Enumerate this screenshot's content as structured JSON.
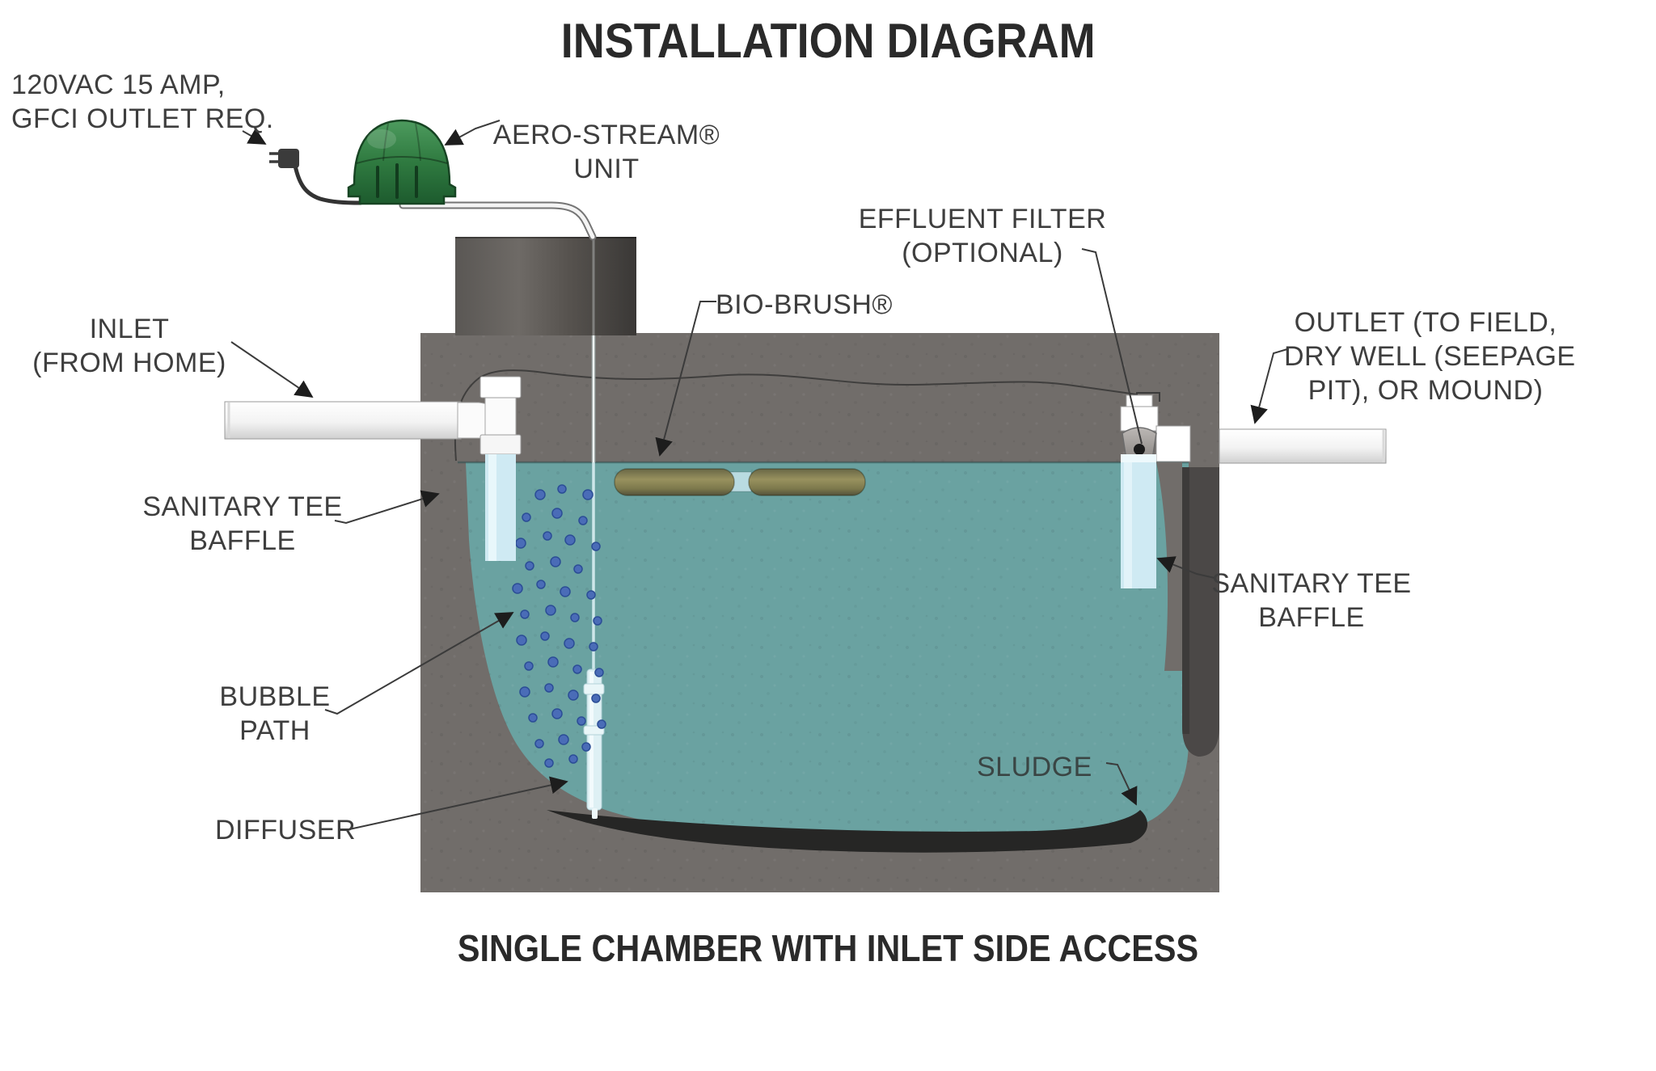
{
  "title": "INSTALLATION DIAGRAM",
  "caption": "SINGLE CHAMBER WITH INLET SIDE ACCESS",
  "labels": {
    "power_line1": "120VAC 15 AMP,",
    "power_line2": "GFCI OUTLET REQ.",
    "unit_line1": "AERO-STREAM®",
    "unit_line2": "UNIT",
    "effluent_line1": "EFFLUENT FILTER",
    "effluent_line2": "(OPTIONAL)",
    "bio_brush": "BIO-BRUSH®",
    "inlet_line1": "INLET",
    "inlet_line2": "(FROM HOME)",
    "outlet_line1": "OUTLET (TO FIELD,",
    "outlet_line2": "DRY WELL (SEEPAGE",
    "outlet_line3": "PIT), OR MOUND)",
    "tee_left_line1": "SANITARY TEE",
    "tee_left_line2": "BAFFLE",
    "tee_right_line1": "SANITARY TEE",
    "tee_right_line2": "BAFFLE",
    "bubble_line1": "BUBBLE",
    "bubble_line2": "PATH",
    "diffuser": "DIFFUSER",
    "sludge": "SLUDGE"
  },
  "colors": {
    "concrete": "#716d6a",
    "riser_dark": "#4a4744",
    "water": "#6aa2a1",
    "baffle": "#cfeaf3",
    "sludge": "#262625",
    "recess": "#4b4847",
    "bio_brush": "#847f51",
    "bubble": "#4a6cb7",
    "unit_green": "#35834a",
    "pipe_white": "#fbfbfb",
    "line": "#3b3b3b",
    "text": "#3e3e3e",
    "heading": "#2a2a2a"
  }
}
